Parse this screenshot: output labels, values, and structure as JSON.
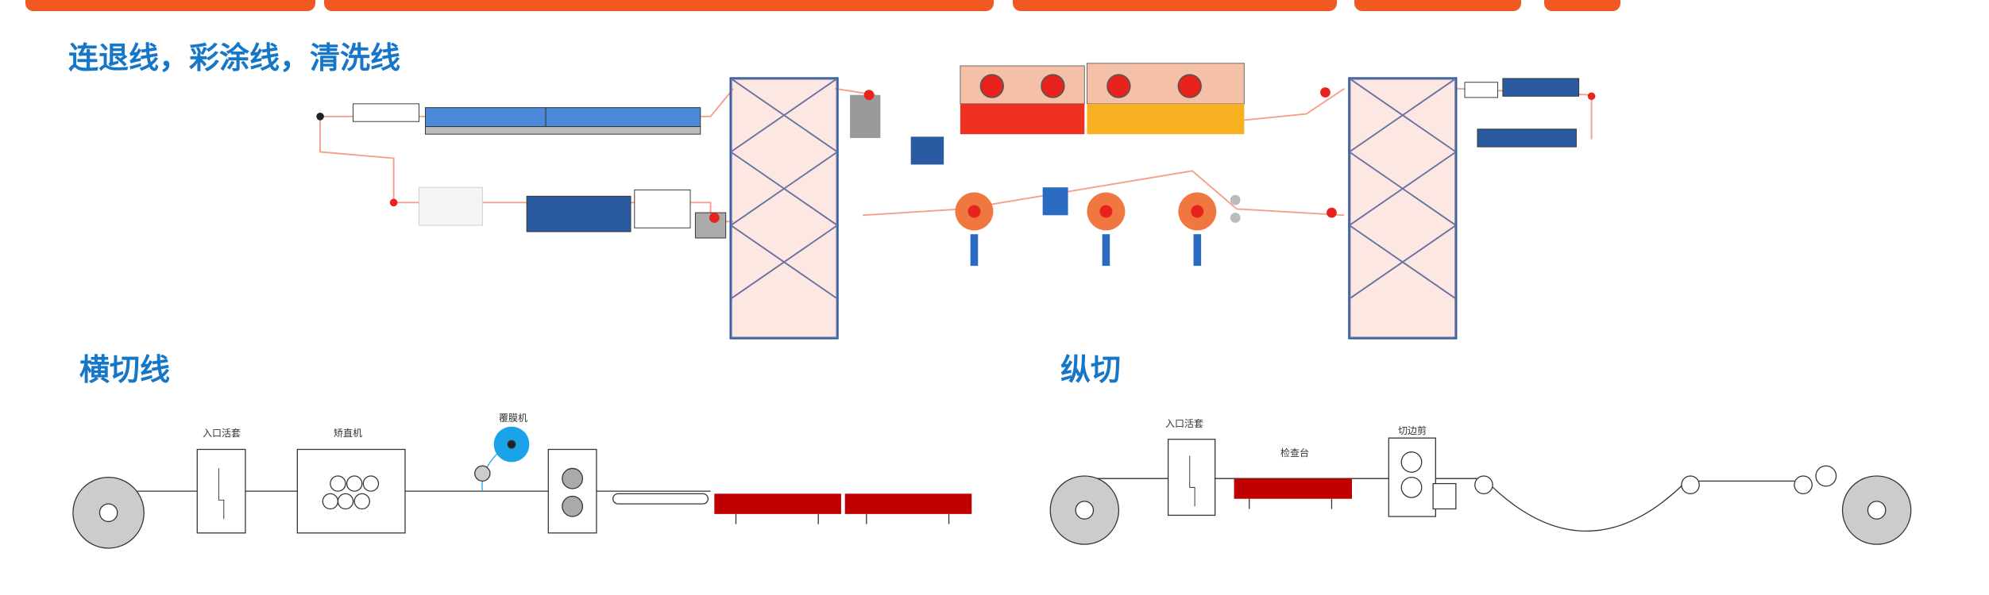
{
  "sections": {
    "top": "连退线，彩涂线，清洗线",
    "cut_to_length": "横切线",
    "slitting": "纵切"
  },
  "cut_to_length_labels": [
    "入口活套",
    "矫直机",
    "覆膜机"
  ],
  "slitting_labels": [
    "入口活套",
    "检查台",
    "切边剪"
  ],
  "colors": {
    "accent": "#f05a22",
    "title": "#1677c8",
    "roller": "#e8231e",
    "tower": "#2a5aa0",
    "table": "#c00000",
    "film": "#1aa3e8"
  }
}
